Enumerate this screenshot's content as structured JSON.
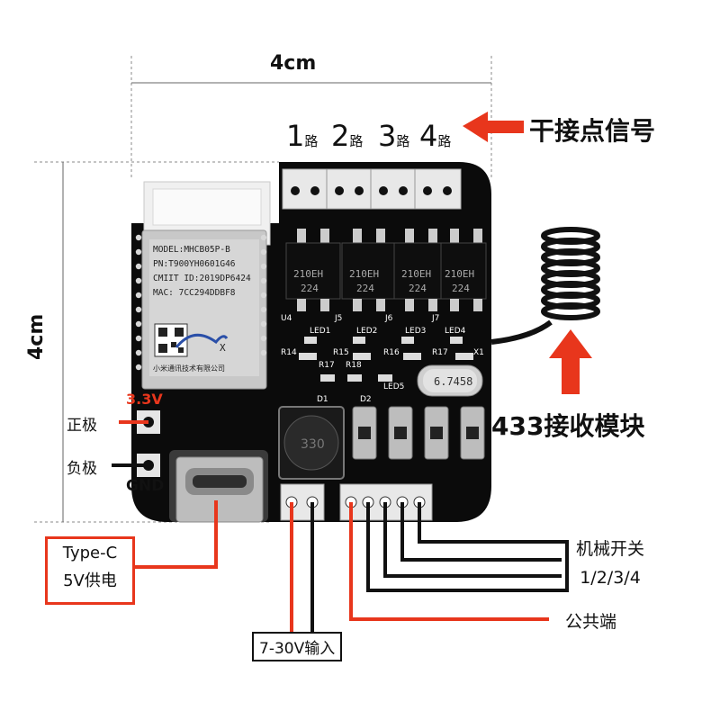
{
  "dimensions": {
    "width": "4cm",
    "height": "4cm"
  },
  "channels": {
    "items": [
      {
        "num": "1",
        "unit": "路"
      },
      {
        "num": "2",
        "unit": "路"
      },
      {
        "num": "3",
        "unit": "路"
      },
      {
        "num": "4",
        "unit": "路"
      }
    ],
    "description": "干接点信号"
  },
  "receiver_module": {
    "label": "433接收模块"
  },
  "power_pins": {
    "voltage": "3.3V",
    "positive_label": "正极",
    "negative_label": "负极",
    "ground_label": "GND"
  },
  "usb": {
    "line1": "Type-C",
    "line2": "5V供电"
  },
  "dc_input": {
    "label": "7-30V输入"
  },
  "switch_inputs": {
    "line1": "机械开关",
    "line2": "1/2/3/4"
  },
  "common_terminal": {
    "label": "公共端"
  },
  "wifi_module": {
    "lines": [
      "MODEL:MHCB05P-B",
      "PN:T900YH0601G46",
      "CMIIT  ID:2019DP6424",
      "MAC: 7CC294DDBF8"
    ],
    "maker": "小米通讯技术有限公司"
  },
  "relay_ics": [
    {
      "top": "210EH",
      "bottom": "224"
    },
    {
      "top": "210EH",
      "bottom": "224"
    },
    {
      "top": "210EH",
      "bottom": "224"
    },
    {
      "top": "210EH",
      "bottom": "224"
    }
  ],
  "silkscreen": {
    "ics": [
      "U4",
      "J5",
      "J6",
      "J7"
    ],
    "leds": [
      "LED1",
      "LED2",
      "LED3",
      "LED4"
    ],
    "resistors": [
      "R14",
      "R15",
      "R16",
      "R17"
    ],
    "misc": [
      "R17",
      "R18",
      "LED5",
      "D1",
      "D2",
      "X1"
    ],
    "crystal": "6.7458",
    "inductor": "330"
  },
  "colors": {
    "accent_red": "#e8361c",
    "pcb": "#0b0b0b",
    "silk": "#ffffff",
    "wire_black": "#111111"
  }
}
